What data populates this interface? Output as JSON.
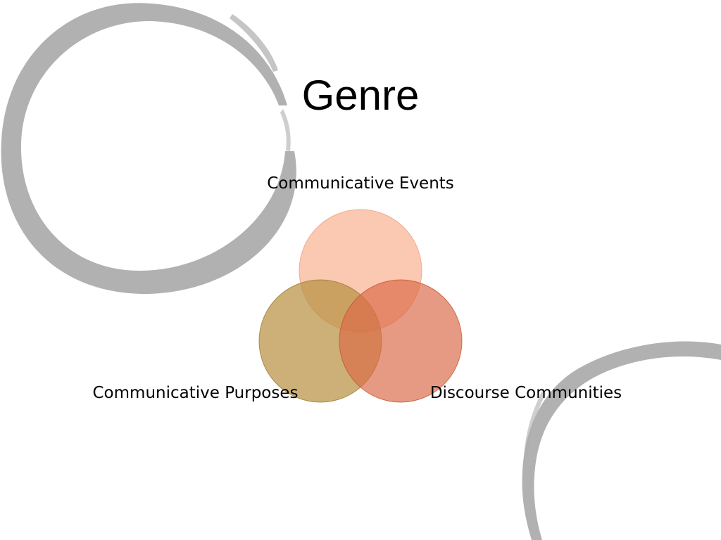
{
  "slide": {
    "title": "Genre"
  },
  "venn": {
    "sets": [
      {
        "label": "Communicative Events",
        "color": "#F8A47E",
        "stroke": "#E8A086"
      },
      {
        "label": "Communicative Purposes",
        "color": "#B99243",
        "stroke": "#9C7A2C"
      },
      {
        "label": "Discourse Communities",
        "color": "#DC6A48",
        "stroke": "#C4532F"
      }
    ],
    "overlap_color": "#C0612A"
  },
  "decoration": {
    "brush_circle_color": "#ADADAD"
  }
}
